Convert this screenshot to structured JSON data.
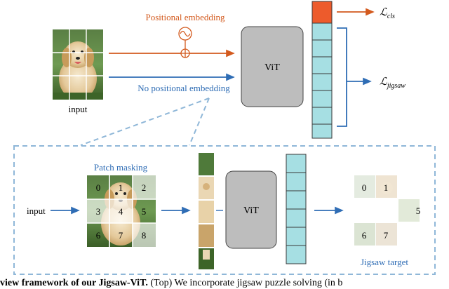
{
  "top": {
    "input_label": "input",
    "positional_label": "Positional embedding",
    "no_positional_label": "No positional embedding",
    "vit_label": "ViT",
    "loss_cls": "ℒ",
    "loss_cls_sub": "cls",
    "loss_jigsaw": "ℒ",
    "loss_jigsaw_sub": "jigsaw"
  },
  "bottom": {
    "input_label": "input",
    "patch_masking_label": "Patch masking",
    "vit_label": "ViT",
    "jigsaw_target_label": "Jigsaw target",
    "grid_numbers": [
      "0",
      "1",
      "2",
      "3",
      "4",
      "5",
      "6",
      "7",
      "8"
    ],
    "target_numbers": [
      "0",
      "1",
      "5",
      "6",
      "7"
    ]
  },
  "caption": {
    "bold": "view framework of our Jigsaw-ViT.",
    "rest": " (Top) We incorporate jigsaw puzzle solving (in b"
  },
  "colors": {
    "orange": "#d35a1e",
    "blue": "#2f6db5",
    "cyan": "#a6dfe3",
    "cls_token": "#ed5b2c",
    "vit_gray": "#bdbdbd",
    "dashed": "#8fb7d8",
    "grass": "#3f6a2e",
    "dog": "#ead7b4"
  }
}
